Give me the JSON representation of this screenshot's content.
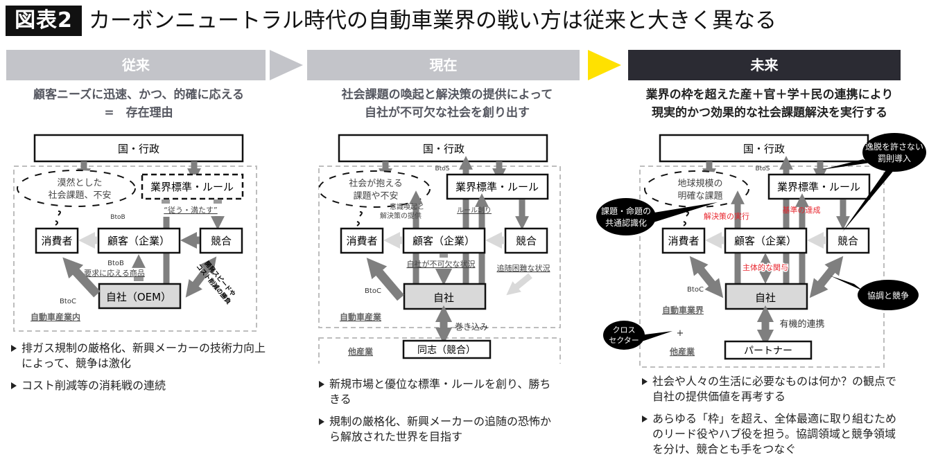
{
  "header": {
    "badge": "図表2",
    "title": "カーボンニュートラル時代の自動車業界の戦い方は従来と大きく異なる"
  },
  "colors": {
    "phase_grey": "#c3c4c9",
    "phase_dark": "#2b2b33",
    "arrow_yellow": "#ffe100",
    "arrow_dark": "#7f7f7f",
    "arrow_light": "#d9d9d9",
    "accent_red": "#e8262e",
    "self_box": "#d9d9d9"
  },
  "phases": [
    {
      "label": "従来",
      "subtitle_lines": [
        "顧客ニーズに迅速、かつ、的確に応える",
        "=　存在理由"
      ],
      "diagram": {
        "gov": "国・行政",
        "cloud_lines": [
          "漠然とした",
          "社会課題、不安"
        ],
        "standard": "業界標準・ルール",
        "follow_label": "“従う・満たす”",
        "btob_top": "BtoB",
        "consumer": "消費者",
        "customer": "顧客（企業）",
        "competitor": "競合",
        "btob_bottom": "BtoB",
        "product_label": "要求に応える商品",
        "self": "自社（OEM）",
        "btoc": "BtoC",
        "race_lines": [
          "開発スピードや",
          "コスト削減の勝負"
        ],
        "region": "自動車産業内"
      },
      "bullets": [
        "排ガス規制の厳格化、新興メーカーの技術力向上によって、競争は激化",
        "コスト削減等の消耗戦の連続"
      ]
    },
    {
      "label": "現在",
      "subtitle_lines": [
        "社会課題の喚起と解決策の提供によって",
        "自社が不可欠な社会を創り出す"
      ],
      "diagram": {
        "gov": "国・行政",
        "btos": "BtoS",
        "cloud_lines": [
          "社会が抱える",
          "課題や不安"
        ],
        "standard": "業界標準・ルール",
        "awareness_lines": [
          "意識喚起と",
          "解決策の提供"
        ],
        "rule_label": "ルール創り",
        "consumer": "消費者",
        "customer": "顧客（企業）",
        "competitor": "競合",
        "essential_label": "自社が不可欠な状況",
        "hard_follow_label": "追随困難な状況",
        "btoc": "BtoC",
        "self": "自社",
        "region": "自動車産業",
        "involve_label": "巻き込み",
        "other_region": "他産業",
        "ally": "同志（競合）"
      },
      "bullets": [
        "新規市場と優位な標準・ルールを創り、勝ちきる",
        "規制の厳格化、新興メーカーの追随の恐怖から解放された世界を目指す"
      ]
    },
    {
      "label": "未来",
      "subtitle_lines": [
        "業界の枠を超えた産＋官＋学＋民の連携により",
        "現実的かつ効果的な社会課題解決を実行する"
      ],
      "diagram": {
        "gov": "国・行政",
        "btos": "BtoS",
        "cloud_lines": [
          "地球規模の",
          "明確な課題"
        ],
        "standard": "業界標準・ルール",
        "penalty_bubble": [
          "逸脱を許さない",
          "罰則導入"
        ],
        "shared_bubble": [
          "課題・命題の",
          "共通認識化"
        ],
        "solution_label": "解決策の実行",
        "standard_label": "基準の達成",
        "consumer": "消費者",
        "customer": "顧客（企業）",
        "competitor": "競合",
        "proactive_label": "主体的な関与",
        "btoc": "BtoC",
        "self": "自社",
        "coop_bubble": "協調と競争",
        "region": "自動車業界",
        "plus": "+",
        "cross_bubble": [
          "クロス",
          "セクター"
        ],
        "other_region": "他産業",
        "organic_label": "有機的連携",
        "partner": "パートナー"
      },
      "bullets": [
        "社会や人々の生活に必要なものは何か？の観点で自社の提供価値を再考する",
        "あらゆる「枠」を超え、全体最適に取り組むためのリード役やハブ役を担う。協調領域と競争領域を分け、競合とも手をつなぐ"
      ]
    }
  ]
}
